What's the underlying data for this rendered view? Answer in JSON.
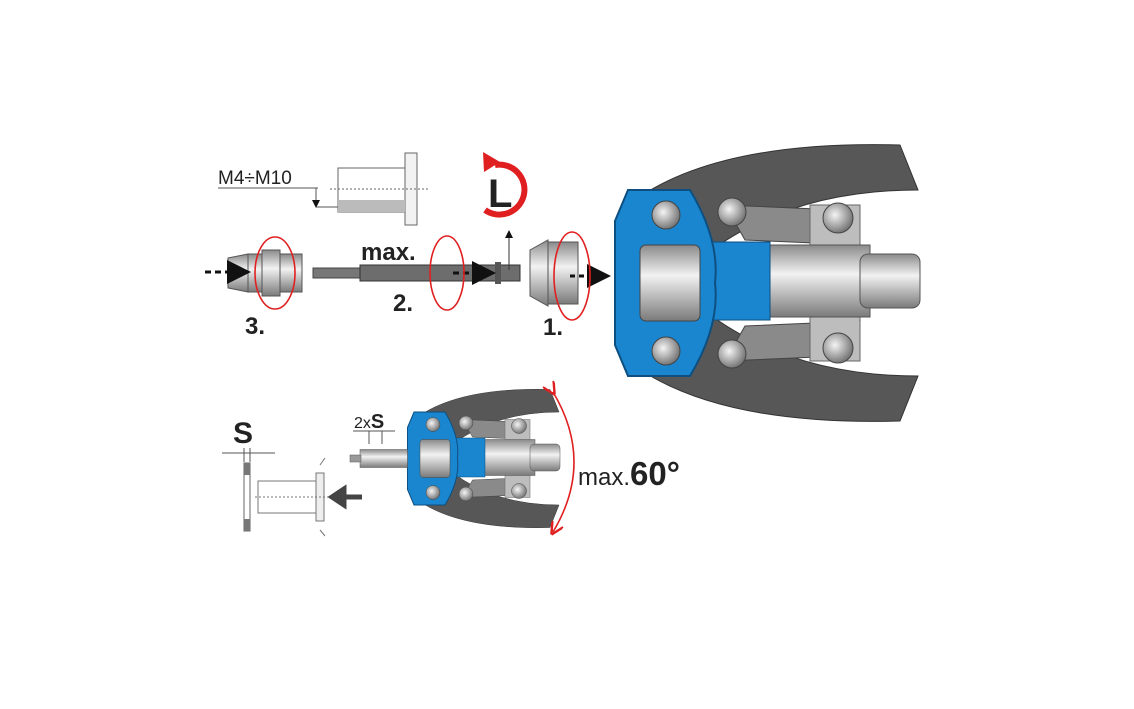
{
  "diagram": {
    "thread_range_label": "M4÷M10",
    "step_labels": [
      "1.",
      "2.",
      "3."
    ],
    "max_label": "max.",
    "left_thread_label": "L",
    "thickness_label": "S",
    "gap_label_prefix": "2x",
    "gap_label_symbol": "S",
    "angle_prefix": "max.",
    "angle_value": "60°"
  },
  "colors": {
    "blue_head": "#1a86d0",
    "handle": "#575757",
    "arrow_red": "#e02020",
    "metal": "#c8c8c8"
  }
}
